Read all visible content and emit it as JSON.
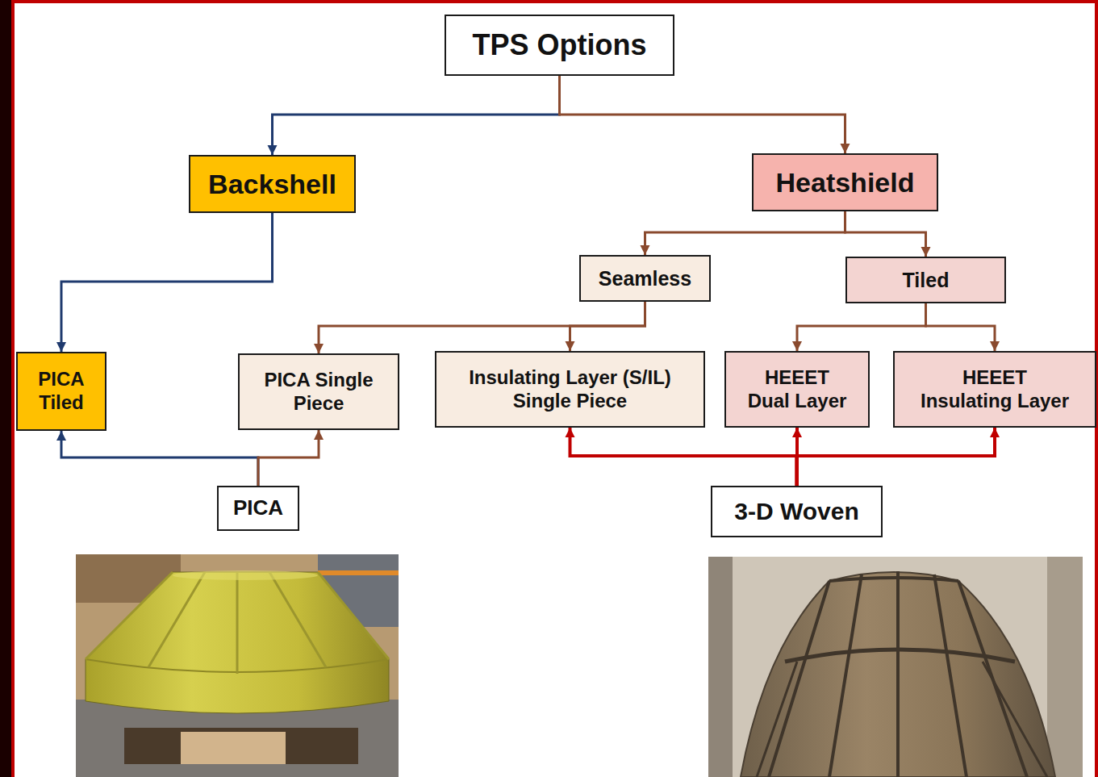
{
  "diagram": {
    "nodes": [
      {
        "text": [
          "TPS Options"
        ]
      },
      {
        "text": [
          "Backshell"
        ]
      },
      {
        "text": [
          "Heatshield"
        ]
      },
      {
        "text": [
          "Seamless"
        ]
      },
      {
        "text": [
          "Tiled"
        ]
      },
      {
        "text": [
          "PICA Tiled"
        ]
      },
      {
        "text": [
          "PICA Single Piece"
        ]
      },
      {
        "text": [
          "Insulating Layer (S/IL) Single Piece"
        ]
      },
      {
        "text": [
          "HEEET Dual Layer"
        ]
      },
      {
        "text": [
          "HEEET Insulating Layer"
        ]
      },
      {
        "text": [
          "PICA"
        ]
      },
      {
        "text": [
          "3-D Woven"
        ]
      }
    ],
    "edges": [
      {
        "from": 0,
        "to": 1,
        "arrow": "to"
      },
      {
        "from": 0,
        "to": 2,
        "arrow": "to"
      },
      {
        "from": 1,
        "to": 5,
        "arrow": "to"
      },
      {
        "from": 2,
        "to": 3,
        "arrow": "to"
      },
      {
        "from": 2,
        "to": 4,
        "arrow": "to"
      },
      {
        "from": 3,
        "to": 6,
        "arrow": "to"
      },
      {
        "from": 3,
        "to": 7,
        "arrow": "to"
      },
      {
        "from": 4,
        "to": 8,
        "arrow": "to"
      },
      {
        "from": 4,
        "to": 9,
        "arrow": "to"
      },
      {
        "from": 10,
        "to": 5,
        "arrow": "to"
      },
      {
        "from": 10,
        "to": 6,
        "arrow": "to"
      },
      {
        "from": 11,
        "to": 7,
        "arrow": "to"
      },
      {
        "from": 11,
        "to": 8,
        "arrow": "to"
      },
      {
        "from": 11,
        "to": 9,
        "arrow": "to"
      }
    ]
  }
}
